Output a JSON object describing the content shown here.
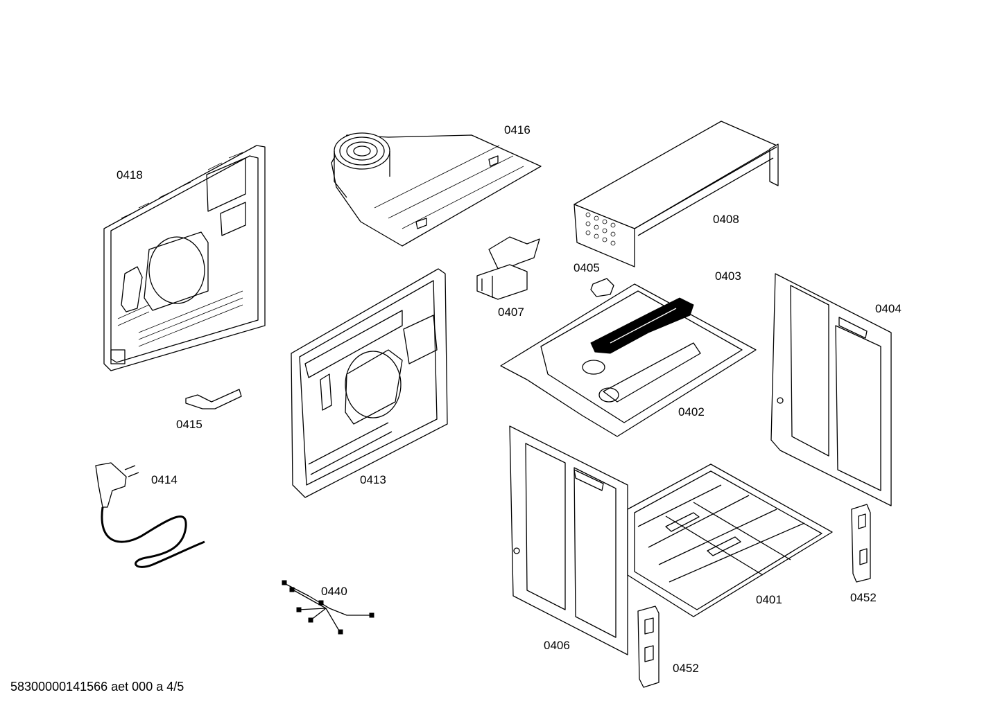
{
  "diagram": {
    "labels": {
      "p0418": "0418",
      "p0416": "0416",
      "p0408": "0408",
      "p0405": "0405",
      "p0403": "0403",
      "p0407": "0407",
      "p0404": "0404",
      "p0402": "0402",
      "p0415": "0415",
      "p0414": "0414",
      "p0413": "0413",
      "p0440": "0440",
      "p0406": "0406",
      "p0401": "0401",
      "p0452a": "0452",
      "p0452b": "0452"
    },
    "footer": "58300000141566 aet 000 a 4/5"
  }
}
